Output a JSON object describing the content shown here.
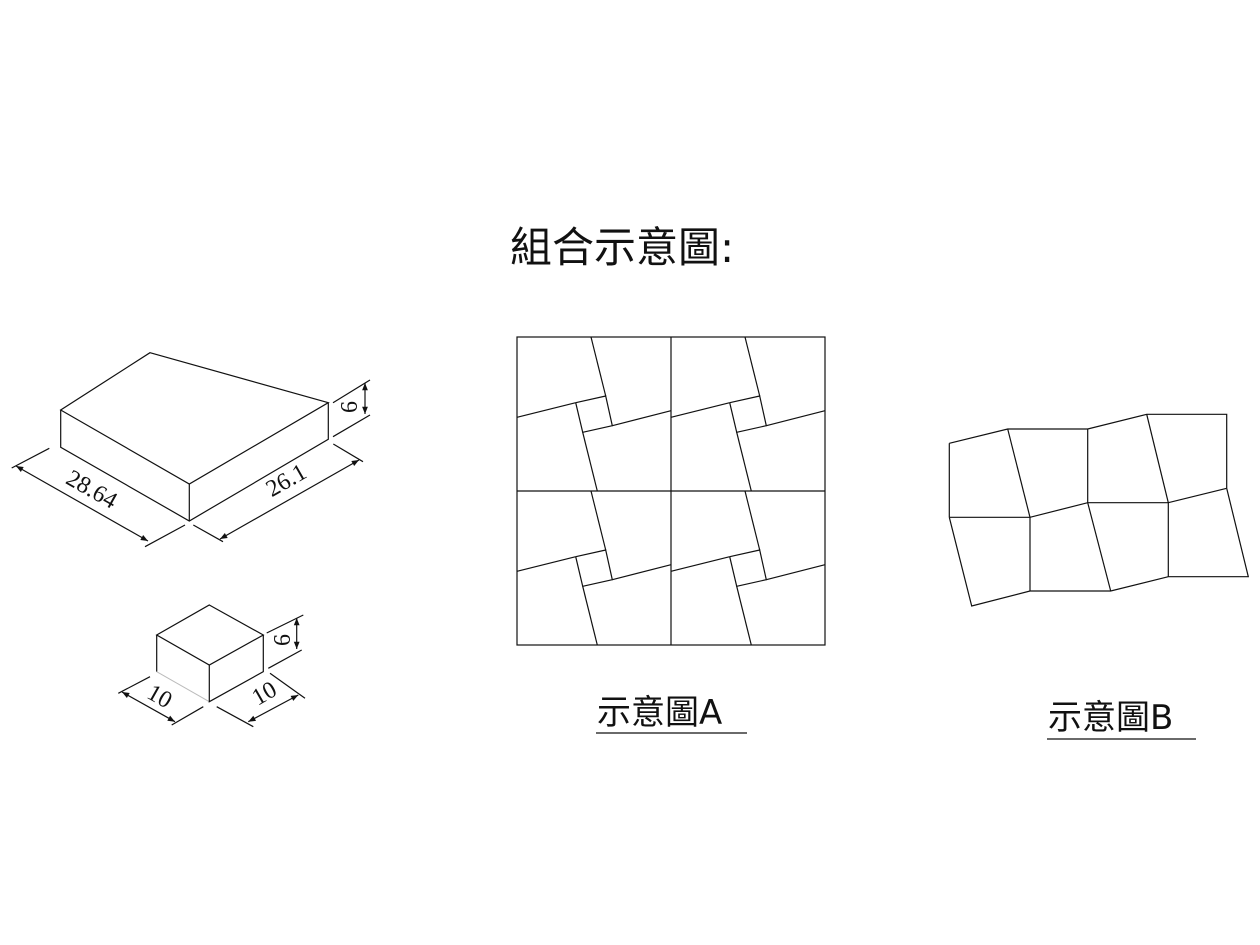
{
  "title": "組合示意圖:",
  "block_large": {
    "length": "28.64",
    "width": "26.1",
    "height": "6"
  },
  "block_small": {
    "length": "10",
    "width": "10",
    "height": "6"
  },
  "diagram_a": {
    "caption": "示意圖A"
  },
  "diagram_b": {
    "caption": "示意圖B"
  }
}
